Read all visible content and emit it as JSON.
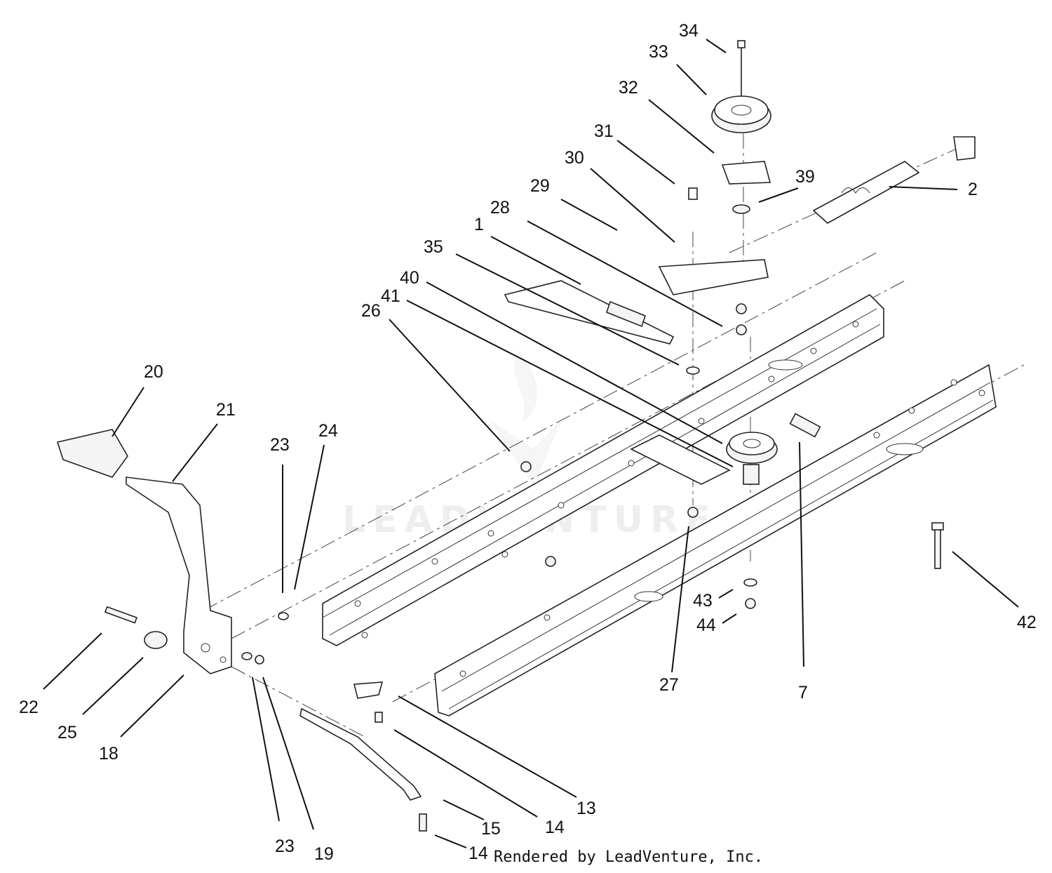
{
  "diagram": {
    "callouts": [
      "34",
      "33",
      "32",
      "31",
      "30",
      "39",
      "2",
      "29",
      "28",
      "1",
      "35",
      "40",
      "41",
      "26",
      "20",
      "21",
      "23",
      "24",
      "22",
      "25",
      "18",
      "23",
      "19",
      "13",
      "14",
      "15",
      "14",
      "27",
      "7",
      "42",
      "43",
      "44"
    ],
    "watermark": "LEADVENTURE",
    "credit": "Rendered by LeadVenture, Inc."
  }
}
